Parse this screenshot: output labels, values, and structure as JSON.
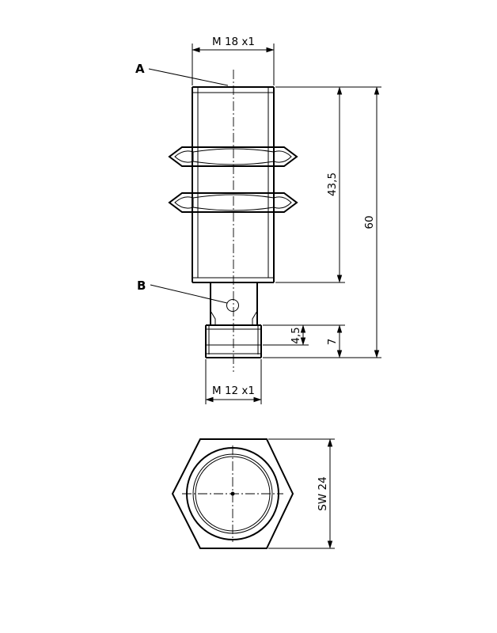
{
  "callouts": {
    "a": "A",
    "b": "B"
  },
  "dimensions": {
    "thread_top": "M 18 x1",
    "thread_bottom": "M 12 x1",
    "body_length": "43,5",
    "total_length": "60",
    "connector_length": "7",
    "thread_length": "4,5",
    "wrench_size": "SW 24"
  }
}
